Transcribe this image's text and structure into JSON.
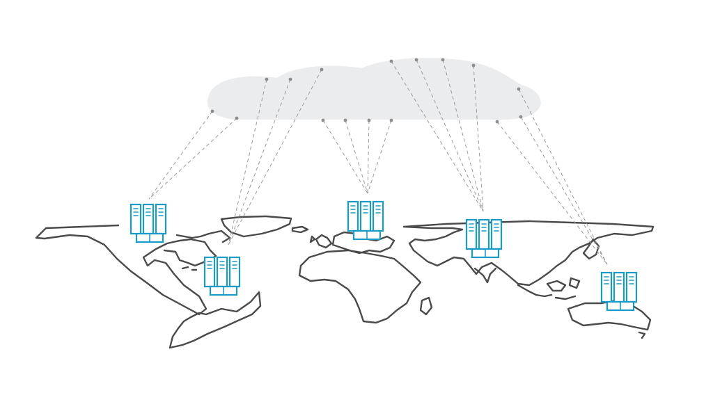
{
  "diagram": {
    "colors": {
      "server": "#1a9ac7",
      "map_stroke": "#4a4a4a",
      "cloud_fill": "#ebecee",
      "connector": "#9a9a9a",
      "background": "#ffffff"
    },
    "icons": {
      "cloud": "cloud-icon",
      "server": "server-rack-icon",
      "map": "world-map"
    },
    "nodes": [
      {
        "id": "north-america",
        "label": ""
      },
      {
        "id": "south-america",
        "label": ""
      },
      {
        "id": "europe",
        "label": ""
      },
      {
        "id": "asia",
        "label": ""
      },
      {
        "id": "australia",
        "label": ""
      }
    ],
    "connections_per_node": [
      2,
      3,
      4,
      4,
      3
    ]
  }
}
